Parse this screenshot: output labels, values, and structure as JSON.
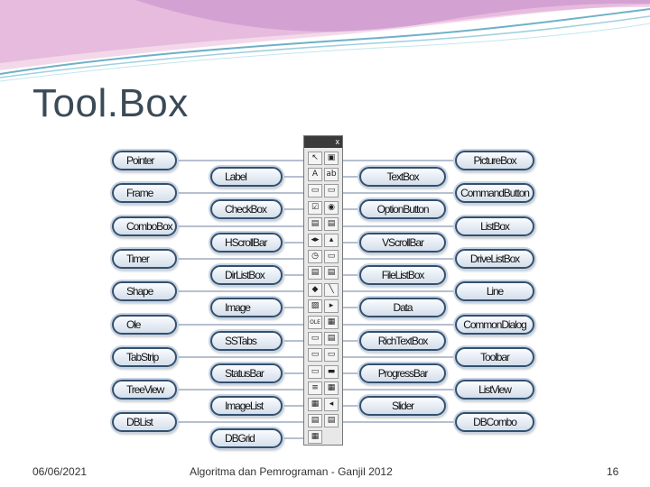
{
  "slide": {
    "title": "Tool.Box",
    "footer_date": "06/06/2021",
    "footer_center": "Algoritma dan Pemrograman - Ganjil 2012",
    "page_number": "16"
  },
  "toolbox": {
    "close_glyph": "x",
    "icons": [
      "pointer-icon",
      "picturebox-icon",
      "label-icon",
      "textbox-icon",
      "frame-icon",
      "commandbutton-icon",
      "checkbox-icon",
      "optionbutton-icon",
      "combobox-icon",
      "listbox-icon",
      "hscrollbar-icon",
      "vscrollbar-icon",
      "timer-icon",
      "drivelistbox-icon",
      "dirlistbox-icon",
      "filelistbox-icon",
      "shape-icon",
      "line-icon",
      "image-icon",
      "data-icon",
      "ole-icon",
      "commondialog-icon",
      "sstab-icon",
      "richtextbox-icon",
      "tabstrip-icon",
      "toolbar-icon",
      "statusbar-icon",
      "progressbar-icon",
      "treeview-icon",
      "listview-icon",
      "imagelist-icon",
      "slider-icon",
      "dblist-icon",
      "dbcombo-icon",
      "dbgrid-icon"
    ],
    "glyphs": [
      "↖",
      "▣",
      "A",
      "ab",
      "▭",
      "▭",
      "☑",
      "◉",
      "▤",
      "▤",
      "◂▸",
      "▴",
      "◷",
      "▭",
      "▤",
      "▤",
      "◆",
      "╲",
      "▨",
      "▸",
      "OLE",
      "▦",
      "▭",
      "▤",
      "▭",
      "▭",
      "▭",
      "▬",
      "≡",
      "▦",
      "▦",
      "◂",
      "▤",
      "▤",
      "▦"
    ]
  },
  "labels": {
    "left_outer": [
      "Pointer",
      "Frame",
      "ComboBox",
      "Timer",
      "Shape",
      "Ole",
      "TabStrip",
      "TreeView",
      "DBList"
    ],
    "left_inner": [
      "Label",
      "CheckBox",
      "HScrollBar",
      "DirListBox",
      "Image",
      "SSTabs",
      "StatusBar",
      "ImageList",
      "DBGrid"
    ],
    "right_inner": [
      "TextBox",
      "OptionButton",
      "VScrollBar",
      "FileListBox",
      "Data",
      "RichTextBox",
      "ProgressBar",
      "Slider"
    ],
    "right_outer": [
      "PictureBox",
      "CommandButton",
      "ListBox",
      "DriveListBox",
      "Line",
      "CommonDialog",
      "Toolbar",
      "ListView",
      "DBCombo"
    ]
  }
}
